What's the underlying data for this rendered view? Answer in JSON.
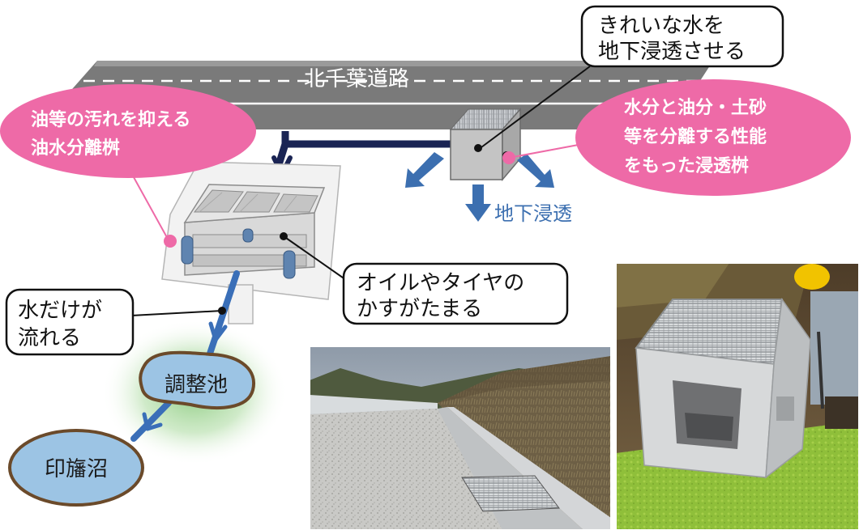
{
  "road": {
    "label": "北千葉道路"
  },
  "callouts": {
    "oil_stain": [
      "油等の汚れを抑える",
      "油水分離桝"
    ],
    "clean_water": [
      "きれいな水を",
      "地下浸透させる"
    ],
    "separation": [
      "水分と油分・土砂",
      "等を分離する性能",
      "をもった浸透桝"
    ],
    "oil_tire": [
      "オイルやタイヤの",
      "かすがたまる"
    ],
    "water_only": [
      "水だけが",
      "流れる"
    ]
  },
  "labels": {
    "infiltration": "地下浸透",
    "pond": "調整池",
    "lake": "印旛沼"
  },
  "colors": {
    "road": "#7a7a7a",
    "pink_bubble": "#ee6aa7",
    "pipe_dark": "#1a2454",
    "pipe_blue": "#3a6fb8",
    "arrow_blue": "#3c6fb0",
    "water_fill": "#9cc4e4",
    "water_outline": "#6b4a2a",
    "glow": "#7cc46e"
  },
  "photos": {
    "left": "photo-roadside-drainage-gutter",
    "right": "photo-concrete-infiltration-basin"
  }
}
